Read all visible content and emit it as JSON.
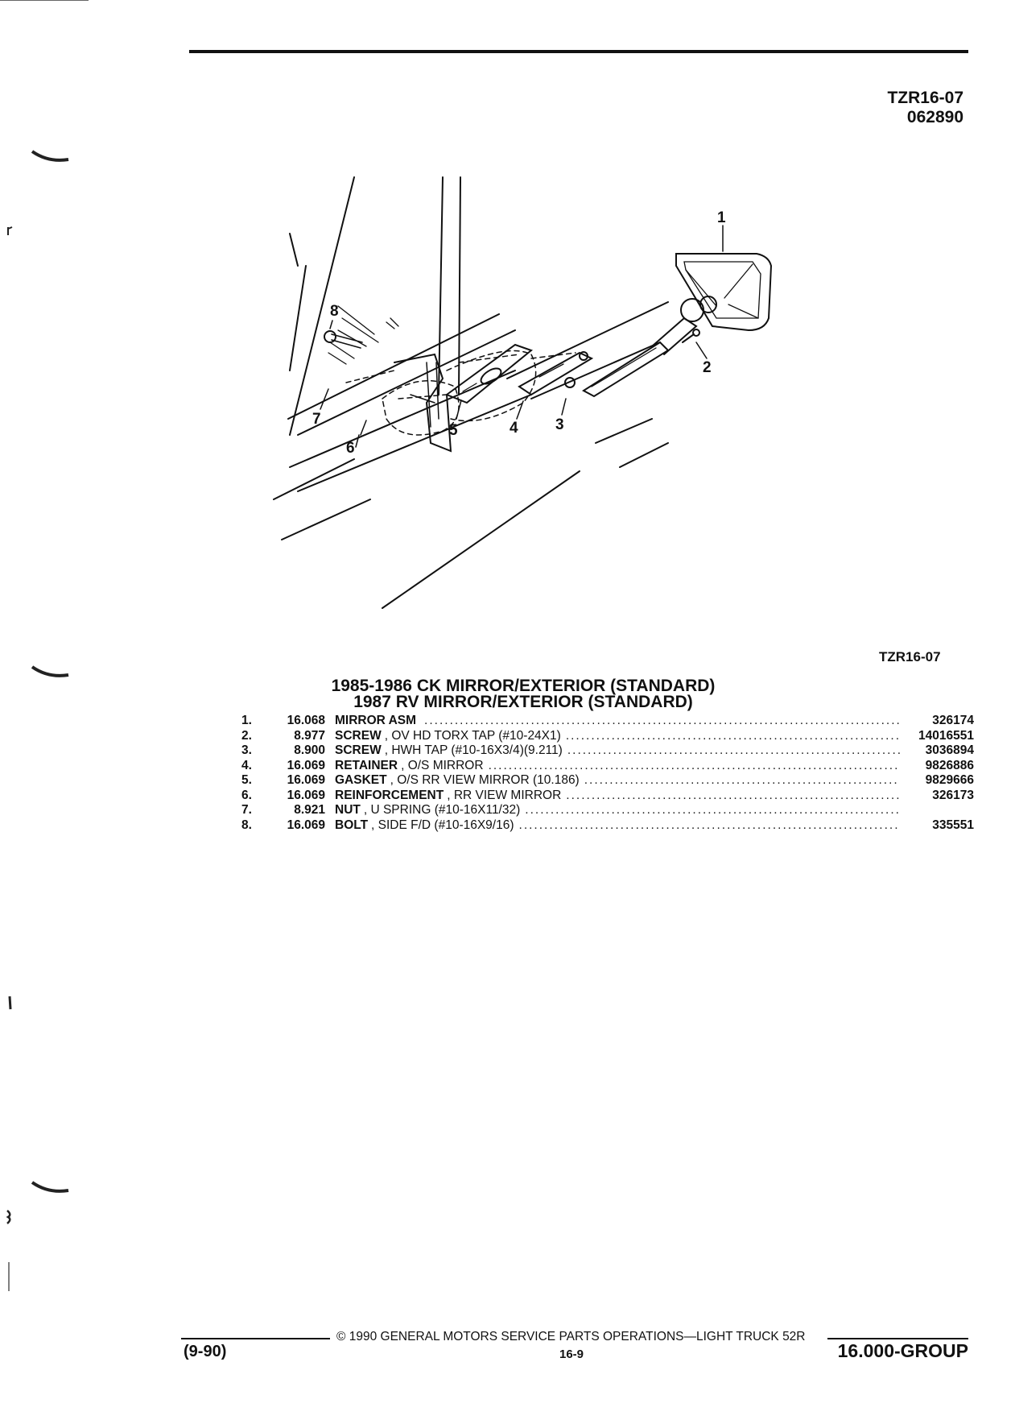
{
  "header": {
    "code_1": "TZR16-07",
    "code_2": "062890"
  },
  "figure": {
    "code": "TZR16-07",
    "callouts": [
      "1",
      "2",
      "3",
      "4",
      "5",
      "6",
      "7",
      "8"
    ]
  },
  "title": {
    "line_1": "1985-1986 CK MIRROR/EXTERIOR (STANDARD)",
    "line_2": "1987 RV MIRROR/EXTERIOR (STANDARD)"
  },
  "parts": [
    {
      "num": "1.",
      "group": "16.068",
      "name": "MIRROR ASM",
      "desc": "",
      "part_no": "326174"
    },
    {
      "num": "2.",
      "group": "8.977",
      "name": "SCREW",
      "desc": ", OV HD TORX TAP (#10-24X1)",
      "part_no": "14016551"
    },
    {
      "num": "3.",
      "group": "8.900",
      "name": "SCREW",
      "desc": ", HWH TAP (#10-16X3/4)(9.211)",
      "part_no": "3036894"
    },
    {
      "num": "4.",
      "group": "16.069",
      "name": "RETAINER",
      "desc": ", O/S MIRROR",
      "part_no": "9826886"
    },
    {
      "num": "5.",
      "group": "16.069",
      "name": "GASKET",
      "desc": ", O/S RR VIEW MIRROR (10.186)",
      "part_no": "9829666"
    },
    {
      "num": "6.",
      "group": "16.069",
      "name": "REINFORCEMENT",
      "desc": ", RR VIEW MIRROR",
      "part_no": "326173"
    },
    {
      "num": "7.",
      "group": "8.921",
      "name": "NUT",
      "desc": ", U SPRING (#10-16X11/32)",
      "part_no": ""
    },
    {
      "num": "8.",
      "group": "16.069",
      "name": "BOLT",
      "desc": ", SIDE F/D (#10-16X9/16)",
      "part_no": "335551"
    }
  ],
  "footer": {
    "copyright": "© 1990 GENERAL MOTORS SERVICE PARTS OPERATIONS—LIGHT TRUCK 52R",
    "date": "(9-90)",
    "page": "16-9",
    "group": "16.000-GROUP"
  }
}
